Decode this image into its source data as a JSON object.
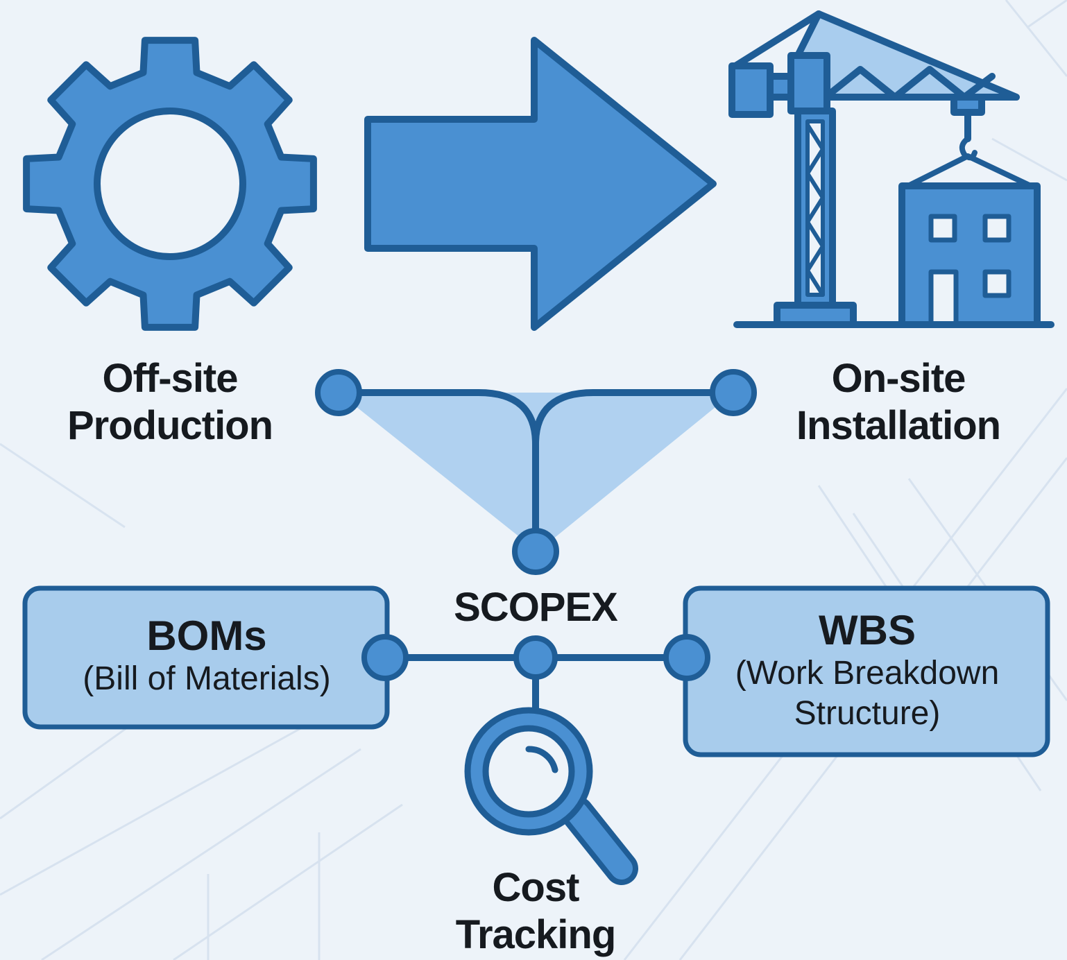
{
  "labels": {
    "offsite_line1": "Off-site",
    "offsite_line2": "Production",
    "onsite_line1": "On-site",
    "onsite_line2": "Installation",
    "center": "SCOPEX",
    "cost_line1": "Cost",
    "cost_line2": "Tracking"
  },
  "boxes": {
    "boms_title": "BOMs",
    "boms_sub": "(Bill of Materials)",
    "wbs_title": "WBS",
    "wbs_sub_line1": "(Work Breakdown",
    "wbs_sub_line2": "Structure)"
  },
  "icons": {
    "production": "gear-icon",
    "flow": "arrow-right-icon",
    "installation": "crane-building-icon",
    "tracking": "magnifier-icon"
  },
  "colors": {
    "primary": "#4a90d2",
    "stroke": "#1f5d96",
    "light_fill": "#a9cdee",
    "box_fill": "#a8ccec",
    "background": "#edf3f9",
    "text": "#161a1f"
  }
}
